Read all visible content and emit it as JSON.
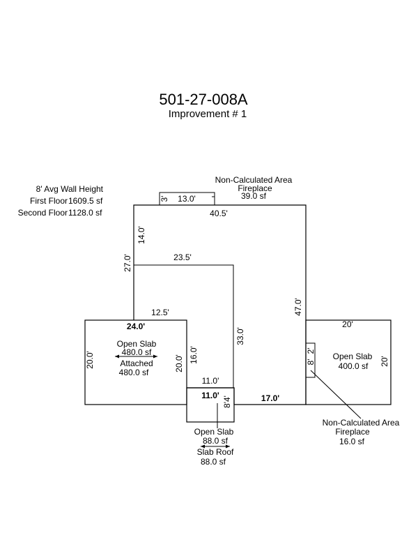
{
  "header": {
    "parcel_id": "501-27-008A",
    "improvement": "Improvement # 1"
  },
  "summary": {
    "wall_height": "8' Avg Wall Height",
    "first_floor_label": "First Floor",
    "first_floor_value": "1609.5 sf",
    "second_floor_label": "Second Floor",
    "second_floor_value": "1128.0 sf"
  },
  "dimensions": {
    "top_width": "40.5'",
    "inner_width": "23.5'",
    "upper_left": "14.0'",
    "left_mid": "27.0'",
    "right_height": "47.0'",
    "center_height": "33.0'",
    "step_width": "12.5'",
    "step_height": "16.0'",
    "bottom_right": "17.0'",
    "porch_width": "11.0'",
    "fp_top_width": "13.0'",
    "fp_top_depth": "3'",
    "fp_right_depth": "2'",
    "fp_right_len": "8'",
    "left_slab_width": "24.0'",
    "left_slab_height": "20.0'",
    "left_slab_inner_height": "20.0'",
    "right_slab_width": "20'",
    "right_slab_height": "20'",
    "porch_inner_width": "11.0'",
    "porch_depth": "8'4'"
  },
  "areas": {
    "fp_top_title": "Non-Calculated Area",
    "fp_top_type": "Fireplace",
    "fp_top_sf": "39.0 sf",
    "left_slab_name": "Open Slab",
    "left_slab_sf": "480.0 sf",
    "attached_name": "Attached",
    "attached_sf": "480.0 sf",
    "right_slab_name": "Open Slab",
    "right_slab_sf": "400.0 sf",
    "porch_slab_name": "Open Slab",
    "porch_slab_sf": "88.0 sf",
    "slab_roof_name": "Slab Roof",
    "slab_roof_sf": "88.0 sf",
    "fp_right_title": "Non-Calculated Area",
    "fp_right_type": "Fireplace",
    "fp_right_sf": "16.0 sf"
  }
}
